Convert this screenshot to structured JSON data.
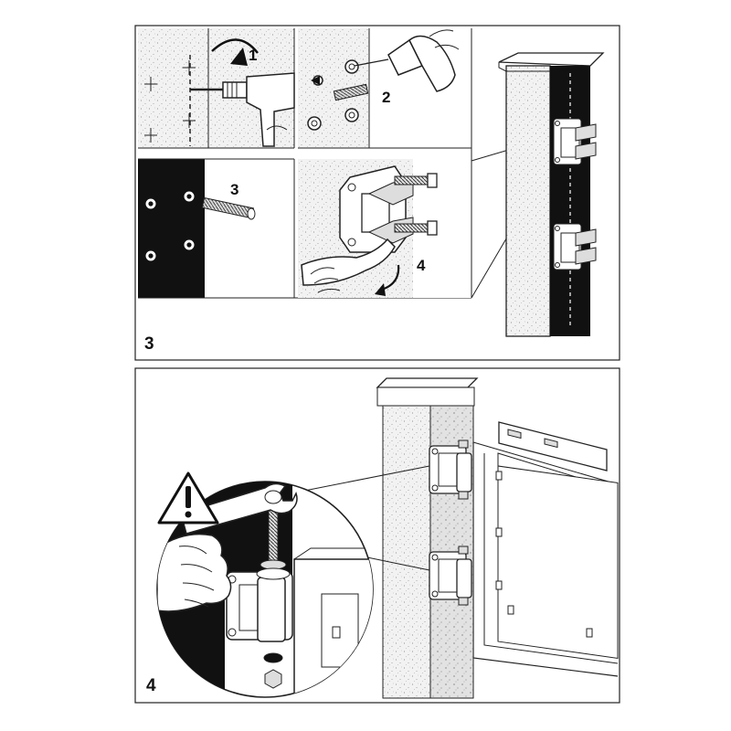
{
  "panel_top": {
    "number": "3",
    "steps": [
      {
        "label": "1",
        "icon": "drill-icon"
      },
      {
        "label": "2",
        "icon": "caulk-gun-icon"
      },
      {
        "label": "3",
        "icon": "anchor-bolt-icon"
      },
      {
        "label": "4",
        "icon": "wrench-icon"
      }
    ]
  },
  "panel_bottom": {
    "number": "4",
    "warning_icon": "warning-icon",
    "detail_icon": "hinge-adjust-detail-icon"
  },
  "colors": {
    "ink": "#111111",
    "stone": "#efefef",
    "dark_face": "#111111"
  }
}
